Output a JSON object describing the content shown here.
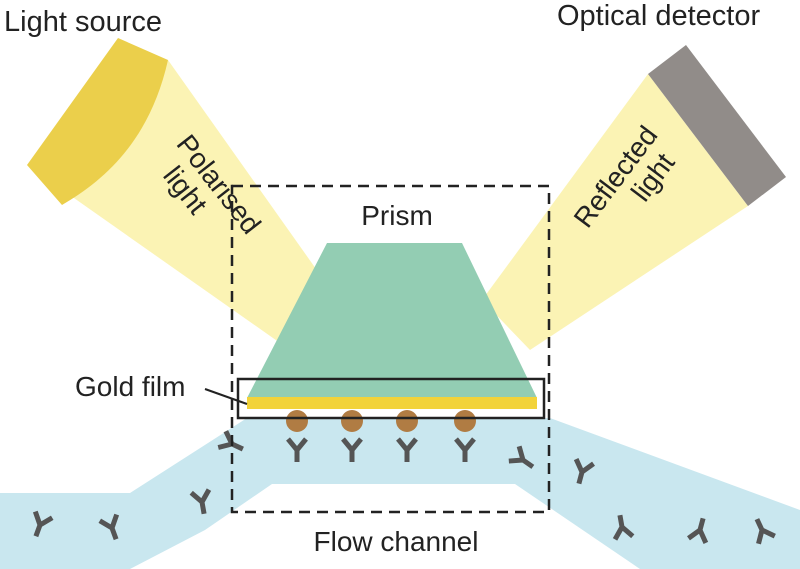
{
  "labels": {
    "light_source": "Light source",
    "optical_detector": "Optical detector",
    "polarised_light_line1": "Polarised",
    "polarised_light_line2": "light",
    "reflected_light_line1": "Reflected",
    "reflected_light_line2": "light",
    "prism": "Prism",
    "gold_film": "Gold film",
    "flow_channel": "Flow channel"
  },
  "colors": {
    "light_beam": "#fbf3b4",
    "light_source": "#ebcf4b",
    "detector": "#918c89",
    "prism": "#93cdb3",
    "gold_film": "#f2d33a",
    "flow_channel": "#c9e7ef",
    "bound_molecule": "#b07c43",
    "antibody": "#555555",
    "outline": "#222222"
  },
  "icons": {
    "free_molecule": "antibody-y-icon",
    "bound_molecule": "bound-antigen-icon"
  }
}
